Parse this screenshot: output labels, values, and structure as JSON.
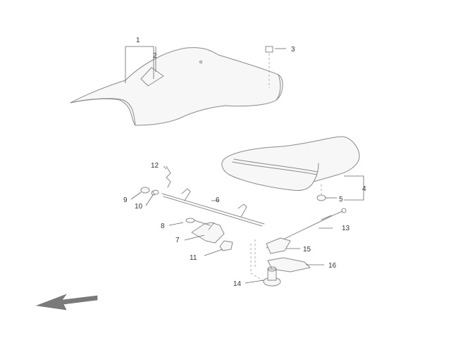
{
  "callouts": {
    "c1": "1",
    "c2": "2",
    "c3": "3",
    "c4": "4",
    "c5": "5",
    "c6": "6",
    "c7": "7",
    "c8": "8",
    "c9": "9",
    "c10": "10",
    "c11": "11",
    "c12": "12",
    "c13": "13",
    "c14": "14",
    "c15": "15",
    "c16": "16"
  },
  "icons": {
    "direction": "front-direction-arrow-icon"
  },
  "colors": {
    "line": "#8a8a8a",
    "text": "#333333",
    "arrow": "#7a7a7a"
  }
}
